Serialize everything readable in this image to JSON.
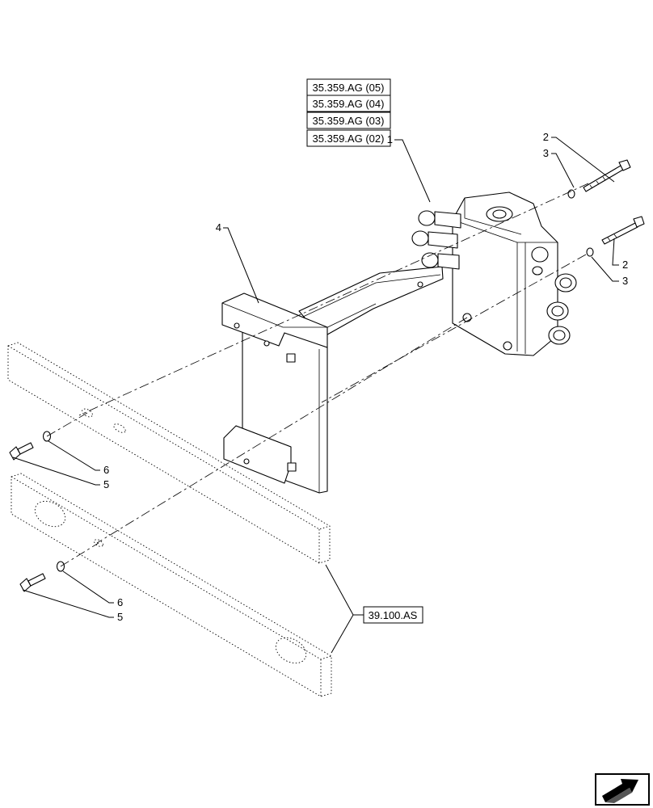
{
  "references": [
    {
      "label": "35.359.AG (05)"
    },
    {
      "label": "35.359.AG (04)"
    },
    {
      "label": "35.359.AG (03)"
    },
    {
      "label": "35.359.AG (02)"
    },
    {
      "label": "39.100.AS"
    }
  ],
  "callouts": {
    "c1": "1",
    "c2a": "2",
    "c3a": "3",
    "c2b": "2",
    "c3b": "3",
    "c4": "4",
    "c6a": "6",
    "c5a": "5",
    "c6b": "6",
    "c5b": "5"
  },
  "nav_icon": {
    "name": "next-page-arrow-icon"
  }
}
